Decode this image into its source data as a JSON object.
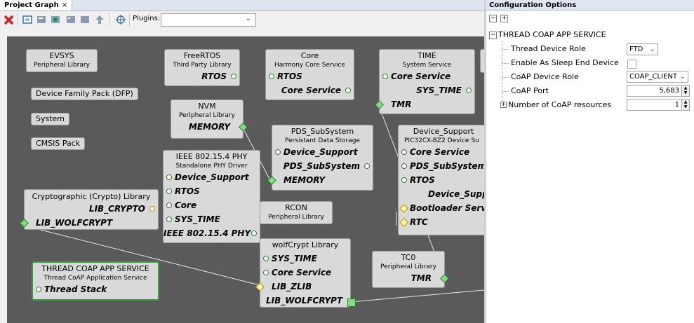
{
  "left_panel": {
    "tab_label": "Project Graph",
    "tab_close": "×",
    "plugins_label": "Plugins:",
    "plugins_value": ""
  },
  "graph": {
    "nodes": {
      "evsys": {
        "title": "EVSYS",
        "subtitle": "Peripheral Library"
      },
      "freertos": {
        "title": "FreeRTOS",
        "subtitle": "Third Party Library",
        "ports": [
          "RTOS"
        ]
      },
      "core": {
        "title": "Core",
        "subtitle": "Harmony Core Service",
        "ports": [
          "RTOS",
          "Core Service"
        ]
      },
      "time": {
        "title": "TIME",
        "subtitle": "System Service",
        "ports": [
          "Core Service",
          "SYS_TIME",
          "TMR"
        ]
      },
      "dfp": {
        "title": "Device Family Pack (DFP)"
      },
      "system": {
        "title": "System"
      },
      "cmsis": {
        "title": "CMSIS Pack"
      },
      "nvm": {
        "title": "NVM",
        "subtitle": "Peripheral Library",
        "ports": [
          "MEMORY"
        ]
      },
      "pds": {
        "title": "PDS_SubSystem",
        "subtitle": "Persistant Data Storage",
        "ports": [
          "Device_Support",
          "PDS_SubSystem",
          "MEMORY"
        ]
      },
      "devsupport": {
        "title": "Device_Support",
        "subtitle": "PIC32CX-BZ2 Device Su",
        "ports": [
          "Core Service",
          "PDS_SubSystem",
          "RTOS",
          "Device_Supp",
          "Bootloader Service",
          "RTC"
        ]
      },
      "ieee": {
        "title": "IEEE 802.15.4 PHY",
        "subtitle": "Standalone PHY Driver",
        "ports": [
          "Device_Support",
          "RTOS",
          "Core",
          "SYS_TIME",
          "IEEE 802.15.4 PHY"
        ]
      },
      "crypto": {
        "title": "Cryptographic (Crypto) Library",
        "ports": [
          "LIB_CRYPTO",
          "LIB_WOLFCRYPT"
        ]
      },
      "rcon": {
        "title": "RCON",
        "subtitle": "Peripheral Library"
      },
      "wolfcrypt": {
        "title": "wolfCrypt Library",
        "ports": [
          "SYS_TIME",
          "Core Service",
          "LIB_ZLIB",
          "LIB_WOLFCRYPT"
        ]
      },
      "tc0": {
        "title": "TC0",
        "subtitle": "Peripheral Library",
        "ports": [
          "TMR"
        ]
      },
      "thread": {
        "title": "THREAD COAP APP SERVICE",
        "subtitle": "Thread CoAP Application Service",
        "ports": [
          "Thread Stack"
        ]
      }
    }
  },
  "right_panel": {
    "title": "Configuration Options",
    "collapse_all": "−",
    "expand_all": "+",
    "root_label": "THREAD COAP APP SERVICE",
    "properties": [
      {
        "label": "Thread Device Role",
        "value": "FTD"
      },
      {
        "label": "Enable As Sleep End Device",
        "checked": false
      },
      {
        "label": "CoAP Device Role",
        "value": "COAP_CLIENT"
      },
      {
        "label": "CoAP Port",
        "value": "5,683"
      },
      {
        "label": "Number of CoAP resources",
        "value": "1"
      }
    ]
  },
  "colors": {
    "canvas_bg": "#5a5a5a",
    "node_bg": "#d9d9d9",
    "selected_border": "#3aa03a",
    "port_green": "#2e7d32",
    "port_yellow": "#b38f00"
  }
}
